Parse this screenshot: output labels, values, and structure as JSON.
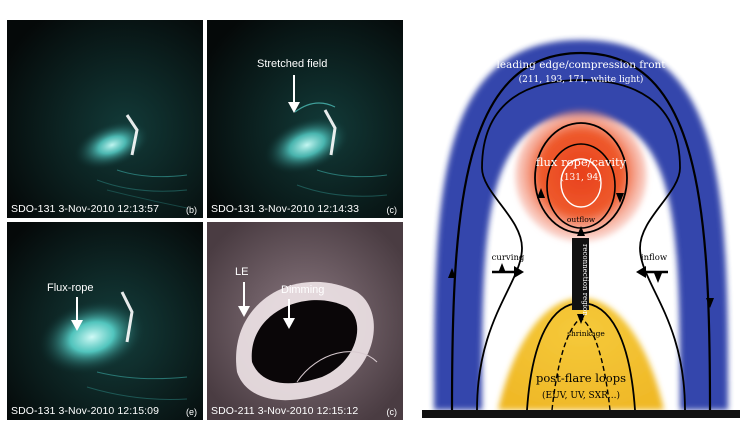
{
  "panels": [
    {
      "caption": "SDO-131  3-Nov-2010 12:13:57",
      "label": "(b)"
    },
    {
      "caption": "SDO-131  3-Nov-2010 12:14:33",
      "label": "(c)",
      "annotation": "Stretched field"
    },
    {
      "caption": "SDO-131  3-Nov-2010 12:15:09",
      "label": "(e)",
      "annotation": "Flux-rope"
    },
    {
      "caption": "SDO-211  3-Nov-2010 12:15:12",
      "label": "(c)",
      "annotation_le": "LE",
      "annotation_dim": "Dimming"
    }
  ],
  "schematic": {
    "front_title": "leading edge/compression front",
    "front_sub": "(211, 193, 171, white light)",
    "rope_title": "flux rope/cavity",
    "rope_sub": "(131, 94)",
    "outflow": "outflow",
    "reconnection": "reconnection region",
    "curving": "curving",
    "inflow": "inflow",
    "shrinkage": "shrinkage",
    "loops_title": "post-flare loops",
    "loops_sub": "(EUV, UV, SXR...)"
  },
  "colors": {
    "front": "#2b3ea8",
    "rope": "#e8401c",
    "loops": "#f0b928",
    "aia131": "#4fd6cf",
    "aia211": "#e8d8dc"
  }
}
